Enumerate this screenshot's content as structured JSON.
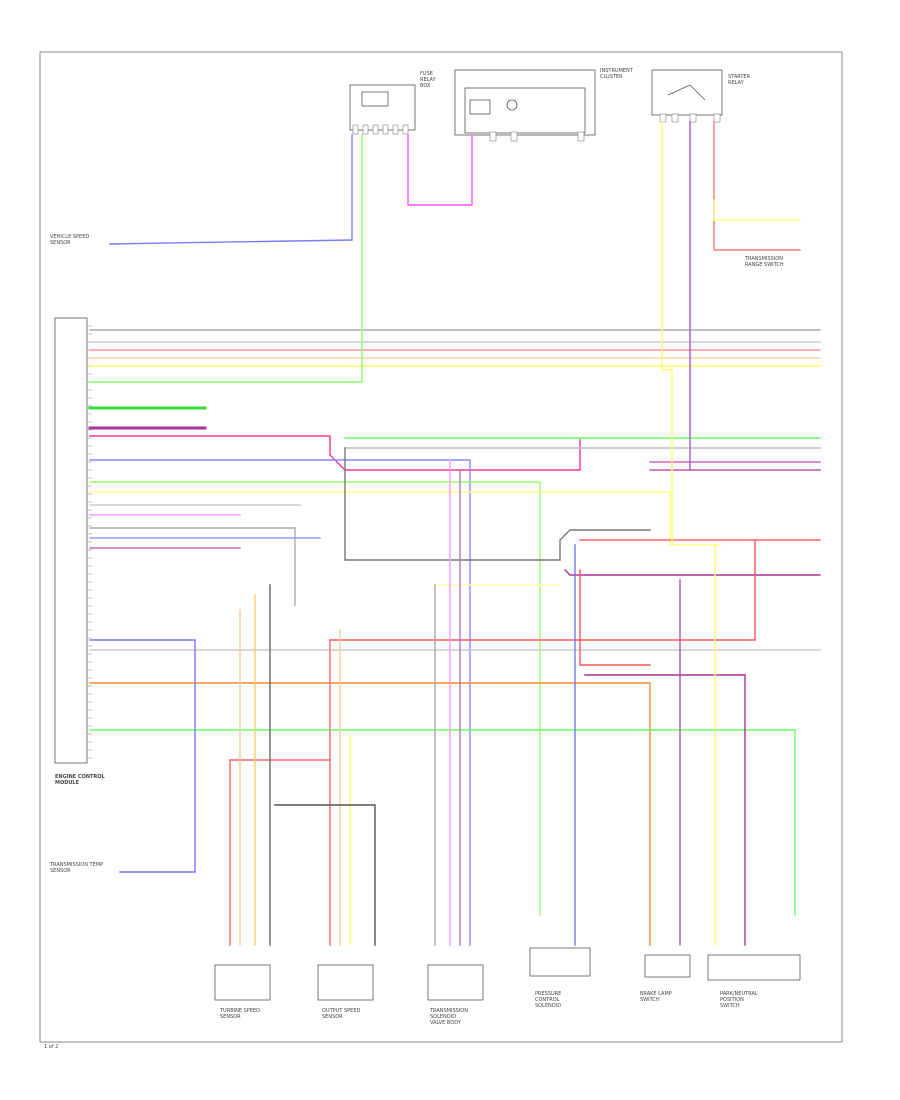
{
  "diagram": {
    "page_code": "1 of 2",
    "components": {
      "ecm_caption": [
        "ENGINE CONTROL",
        "MODULE"
      ],
      "speed_sensor_caption": [
        "VEHICLE SPEED",
        "SENSOR"
      ],
      "trans_temp_caption": [
        "TRANSMISSION TEMP",
        "SENSOR"
      ],
      "bottom_1": [
        "TURBINE SPEED",
        "SENSOR"
      ],
      "bottom_2": [
        "OUTPUT SPEED",
        "SENSOR"
      ],
      "bottom_3": [
        "TRANSMISSION",
        "SOLENOID",
        "VALVE BODY"
      ],
      "bottom_4": [
        "PRESSURE",
        "CONTROL",
        "SOLENOID"
      ],
      "bottom_5": [
        "BRAKE LAMP",
        "SWITCH"
      ],
      "bottom_6": [
        "PARK/NEUTRAL",
        "POSITION",
        "SWITCH"
      ],
      "top_fuse_1": [
        "FUSE",
        "RELAY",
        "BOX"
      ],
      "top_fuse_2": [
        "INSTRUMENT",
        "CLUSTER"
      ],
      "top_relay": [
        "STARTER",
        "RELAY"
      ],
      "right_note": [
        "TRANSMISSION",
        "RANGE SWITCH"
      ]
    }
  }
}
